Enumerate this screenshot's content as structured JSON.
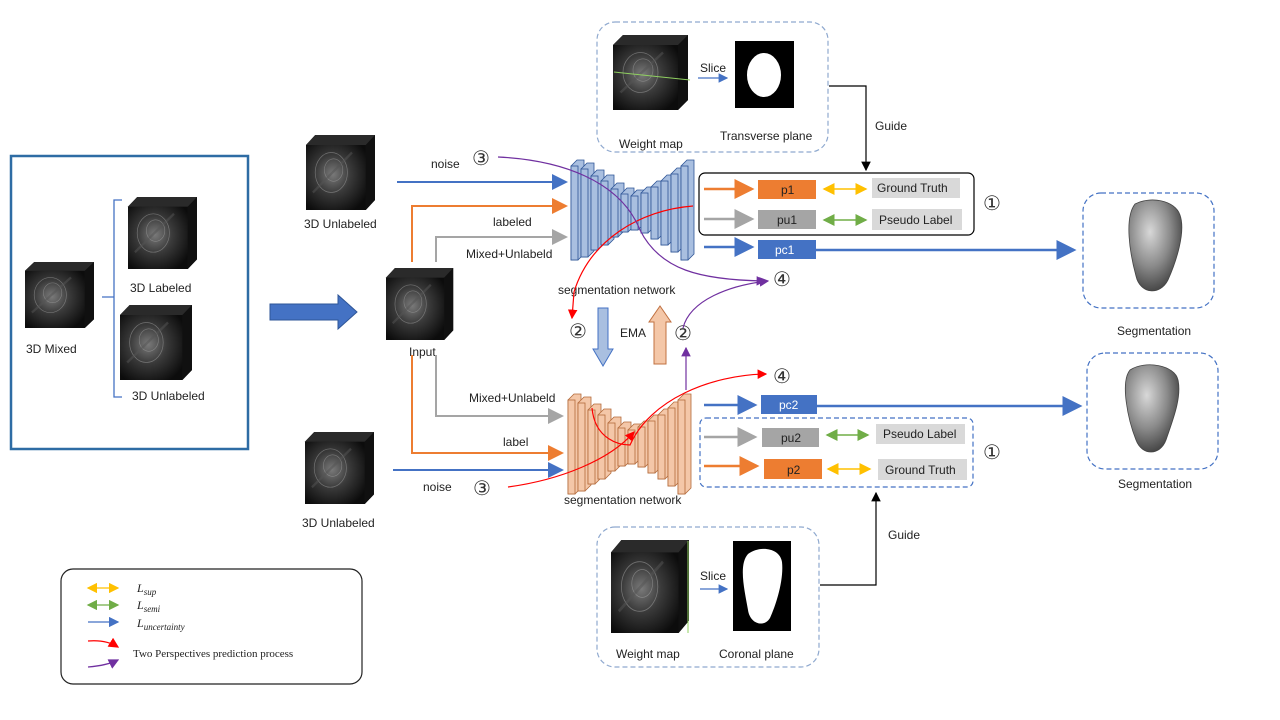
{
  "left_panel": {
    "mixed_label": "3D Mixed",
    "labeled_label": "3D Labeled",
    "unlabeled_label": "3D Unlabeled"
  },
  "input_label": "Input",
  "top_branch": {
    "unlabeled_label": "3D Unlabeled",
    "noise_label": "noise",
    "labeled_label": "labeled",
    "mixed_label": "Mixed+Unlabeld",
    "network_label": "segmentation  network",
    "circle3": "③",
    "circle4": "④",
    "circle1": "①"
  },
  "bottom_branch": {
    "unlabeled_label": "3D Unlabeled",
    "noise_label": "noise",
    "label_label": "label",
    "mixed_label": "Mixed+Unlabeld",
    "network_label": "segmentation  network",
    "circle3": "③",
    "circle4": "④",
    "circle1": "①"
  },
  "ema": {
    "label": "EMA",
    "circle2_left": "②",
    "circle2_right": "②"
  },
  "top_weight": {
    "slice_label": "Slice",
    "weight_label": "Weight  map",
    "plane_label": "Transverse plane",
    "guide_label": "Guide"
  },
  "bottom_weight": {
    "slice_label": "Slice",
    "weight_label": "Weight  map",
    "plane_label": "Coronal  plane",
    "guide_label": "Guide"
  },
  "top_outputs": {
    "p1": "p1",
    "ground_truth": "Ground Truth",
    "pu1": "pu1",
    "pseudo_label": "Pseudo Label",
    "pc1": "pc1"
  },
  "bottom_outputs": {
    "pc2": "pc2",
    "pu2": "pu2",
    "pseudo_label": "Pseudo Label",
    "p2": "p2",
    "ground_truth": "Ground Truth"
  },
  "segmentation_top": "Segmentation",
  "segmentation_bottom": "Segmentation",
  "legend": {
    "sup": "L",
    "sup_sub": "sup",
    "semi": "L",
    "semi_sub": "semi",
    "unc": "L",
    "unc_sub": "uncertainty",
    "process": "Two Perspectives prediction process"
  },
  "colors": {
    "blue": "#4472c4",
    "orange": "#ed7d31",
    "gray": "#a5a5a5",
    "yellow": "#ffc000",
    "green": "#70ad47",
    "red": "#ff0000",
    "purple": "#7030a0",
    "net_blue": "#a9bfe0",
    "net_orange": "#f4c7a8",
    "frame_blue": "#2e6ca4"
  }
}
